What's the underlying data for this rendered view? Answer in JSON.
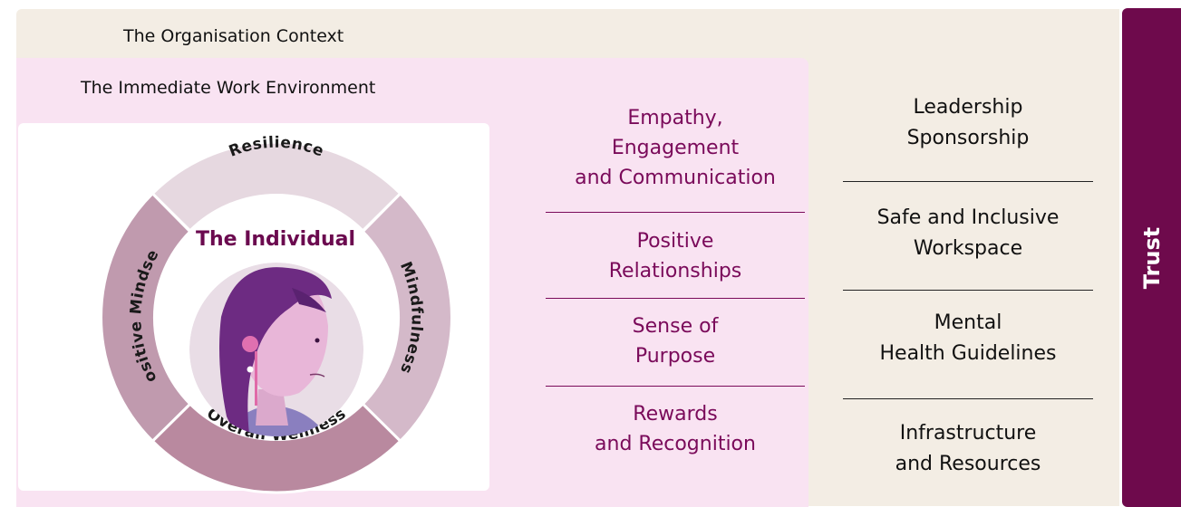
{
  "organisation": {
    "title": "The Organisation Context"
  },
  "environment": {
    "title": "The Immediate Work Environment"
  },
  "individual": {
    "title": "The Individual",
    "ring": {
      "top": "Resilience",
      "right": "Mindfulness",
      "bottom": "Overall Wellness",
      "left": "Positive Mindset"
    }
  },
  "environment_factors": [
    {
      "line1": "Empathy,",
      "line2": "Engagement",
      "line3": "and Communication"
    },
    {
      "line1": "Positive",
      "line2": "Relationships"
    },
    {
      "line1": "Sense of",
      "line2": "Purpose"
    },
    {
      "line1": "Rewards",
      "line2": "and Recognition"
    }
  ],
  "organisation_factors": [
    {
      "line1": "Leadership",
      "line2": "Sponsorship"
    },
    {
      "line1": "Safe and Inclusive",
      "line2": "Workspace"
    },
    {
      "line1": "Mental",
      "line2": "Health Guidelines"
    },
    {
      "line1": "Infrastructure",
      "line2": "and Resources"
    }
  ],
  "trust": {
    "label": "Trust"
  },
  "colors": {
    "organisation_bg": "#f3ede4",
    "environment_bg": "#f9e3f2",
    "accent": "#6e0a4c",
    "ring_top": "#e6d8e0",
    "ring_sides": "#d4b9c9",
    "ring_left": "#c09aae",
    "ring_bottom": "#b9899f"
  }
}
